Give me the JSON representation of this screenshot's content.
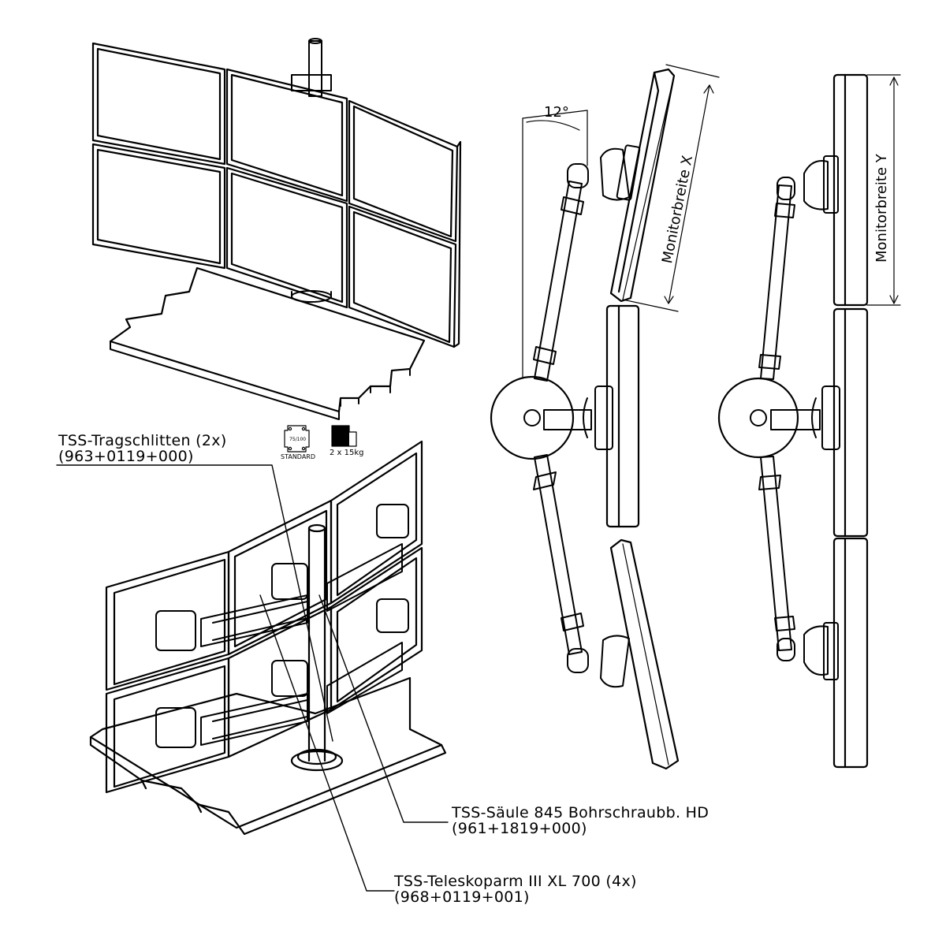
{
  "callouts": {
    "slider": {
      "name": "TSS-Tragschlitten (2x)",
      "code": "(963+0119+000)"
    },
    "column": {
      "name": "TSS-Säule 845 Bohrschraubb. HD",
      "code": "(961+1819+000)"
    },
    "arm": {
      "name": "TSS-Teleskoparm III XL 700 (4x)",
      "code": "(968+0119+001)"
    }
  },
  "icons": {
    "vesa_top": "75/100",
    "vesa_bottom": "STANDARD",
    "load": "2  x  15kg"
  },
  "dimensions": {
    "angle": "12°",
    "width_x": "Monitorbreite  X",
    "width_y": "Monitorbreite  Y"
  }
}
